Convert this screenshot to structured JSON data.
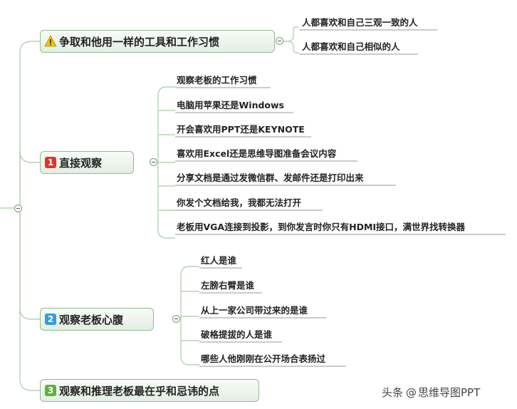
{
  "branches": [
    {
      "label": "争取和他用一样的工具和工作习惯",
      "marker": "warning-icon",
      "children": [
        "人都喜欢和自己三观一致的人",
        "人都喜欢和自己相似的人"
      ]
    },
    {
      "label": "直接观察",
      "marker": "1",
      "children": [
        "观察老板的工作习惯",
        "电脑用苹果还是Windows",
        "开会喜欢用PPT还是KEYNOTE",
        "喜欢用Excel还是思维导图准备会议内容",
        "分享文档是通过发微信群、发邮件还是打印出来",
        "你发个文档给我，我都无法打开",
        "老板用VGA连接到投影，到你发言时你只有HDMI接口，满世界找转换器"
      ]
    },
    {
      "label": "观察老板心腹",
      "marker": "2",
      "children": [
        "红人是谁",
        "左膀右臂是谁",
        "从上一家公司带过来的是谁",
        "破格提拔的人是谁",
        "哪些人他刚刚在公开场合表扬过"
      ]
    },
    {
      "label": "观察和推理老板最在乎和忌讳的点",
      "marker": "3",
      "children": []
    }
  ],
  "colors": {
    "connector": "#a8cca8",
    "underline": "#9a9a9a",
    "badge_1": "#e0352b",
    "badge_2": "#2f9de0",
    "badge_3": "#5bb53a",
    "warning": "#f2c400"
  },
  "watermark": {
    "prefix": "头条",
    "at": "@",
    "name": "思维导图PPT"
  }
}
